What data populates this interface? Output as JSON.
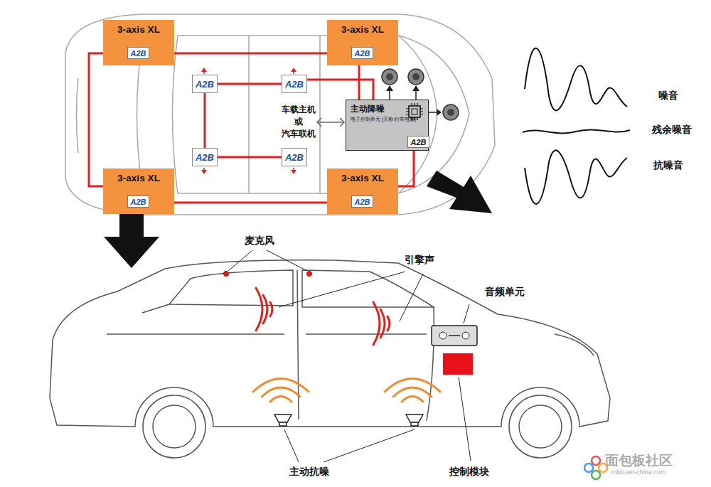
{
  "diagram": {
    "nodes": [
      {
        "text": [
          "3-axis XL"
        ]
      },
      {
        "text": [
          "A2B"
        ],
        "in": 0
      },
      {
        "text": [
          "3-axis XL"
        ]
      },
      {
        "text": [
          "A2B"
        ],
        "in": 2
      },
      {
        "text": [
          "A2B"
        ]
      },
      {
        "text": [
          "A2B"
        ]
      },
      {
        "text": [
          "主动降噪",
          "电子控制单元 (又称:行车电脑)"
        ]
      },
      {
        "text": [
          "A2B"
        ],
        "in": 6
      },
      {
        "text": [
          "A2B"
        ]
      },
      {
        "text": [
          "A2B"
        ]
      },
      {
        "text": [
          "3-axis XL"
        ]
      },
      {
        "text": [
          "A2B"
        ],
        "in": 10
      },
      {
        "text": [
          "3-axis XL"
        ]
      },
      {
        "text": [
          "A2B"
        ],
        "in": 12
      }
    ],
    "edges": [
      {
        "from": 0,
        "to": 2,
        "arrow": "none"
      },
      {
        "from": 0,
        "to": 10,
        "arrow": "none"
      },
      {
        "from": 10,
        "to": 12,
        "arrow": "none"
      },
      {
        "from": 2,
        "to": 6,
        "arrow": "none"
      },
      {
        "from": 6,
        "to": 12,
        "arrow": "none"
      },
      {
        "from": 4,
        "to": 5,
        "arrow": "none"
      },
      {
        "from": 5,
        "to": 6,
        "arrow": "none"
      },
      {
        "from": 4,
        "to": 8,
        "arrow": "none"
      },
      {
        "from": 8,
        "to": 9,
        "arrow": "none"
      }
    ],
    "labels": [
      "车载主机",
      "或",
      "汽车联机",
      "噪音",
      "残余噪音",
      "抗噪音",
      "麦克风",
      "引擎声",
      "音频单元",
      "主动抗噪",
      "控制模块",
      "面包板社区",
      "mbb.eet-china.com"
    ]
  }
}
